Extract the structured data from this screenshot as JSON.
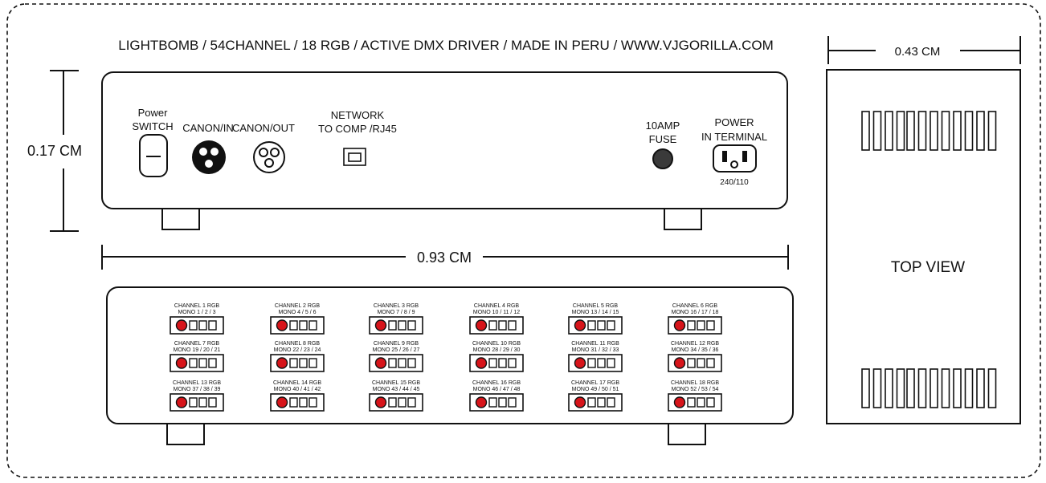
{
  "header": "LIGHTBOMB / 54CHANNEL / 18 RGB / ACTIVE DMX DRIVER / MADE IN PERU / WWW.VJGORILLA.COM",
  "dimensions": {
    "height": "0.17 CM",
    "width": "0.93 CM",
    "depth": "0.43 CM"
  },
  "front_panel": {
    "power_switch": {
      "line1": "Power",
      "line2": "SWITCH"
    },
    "canon_in": "CANON/IN",
    "canon_out": "CANON/OUT",
    "network": {
      "line1": "NETWORK",
      "line2": "TO COMP /RJ45"
    },
    "fuse": {
      "line1": "10AMP",
      "line2": "FUSE"
    },
    "power_terminal": {
      "line1": "POWER",
      "line2": "IN TERMINAL",
      "voltage": "240/110"
    }
  },
  "top_view_label": "TOP VIEW",
  "channels": [
    {
      "label": "CHANNEL 1 RGB",
      "mono": "MONO 1 / 2 / 3"
    },
    {
      "label": "CHANNEL 2 RGB",
      "mono": "MONO 4 / 5 / 6"
    },
    {
      "label": "CHANNEL 3 RGB",
      "mono": "MONO 7 / 8 / 9"
    },
    {
      "label": "CHANNEL 4 RGB",
      "mono": "MONO 10 / 11 / 12"
    },
    {
      "label": "CHANNEL 5 RGB",
      "mono": "MONO 13 / 14 / 15"
    },
    {
      "label": "CHANNEL 6 RGB",
      "mono": "MONO 16 / 17 / 18"
    },
    {
      "label": "CHANNEL 7 RGB",
      "mono": "MONO 19 / 20 / 21"
    },
    {
      "label": "CHANNEL 8 RGB",
      "mono": "MONO 22 / 23 / 24"
    },
    {
      "label": "CHANNEL 9 RGB",
      "mono": "MONO 25 / 26 / 27"
    },
    {
      "label": "CHANNEL 10 RGB",
      "mono": "MONO 28 / 29 / 30"
    },
    {
      "label": "CHANNEL 11 RGB",
      "mono": "MONO 31 / 32 / 33"
    },
    {
      "label": "CHANNEL 12 RGB",
      "mono": "MONO 34 / 35 / 36"
    },
    {
      "label": "CHANNEL 13 RGB",
      "mono": "MONO 37 / 38 / 39"
    },
    {
      "label": "CHANNEL 14 RGB",
      "mono": "MONO 40 / 41 / 42"
    },
    {
      "label": "CHANNEL 15 RGB",
      "mono": "MONO 43 / 44 / 45"
    },
    {
      "label": "CHANNEL 16 RGB",
      "mono": "MONO 46 / 47 / 48"
    },
    {
      "label": "CHANNEL 17 RGB",
      "mono": "MONO 49 / 50 / 51"
    },
    {
      "label": "CHANNEL 18 RGB",
      "mono": "MONO 52 / 53 / 54"
    }
  ],
  "colors": {
    "connector_red": "#d7141a",
    "line": "#111111"
  }
}
